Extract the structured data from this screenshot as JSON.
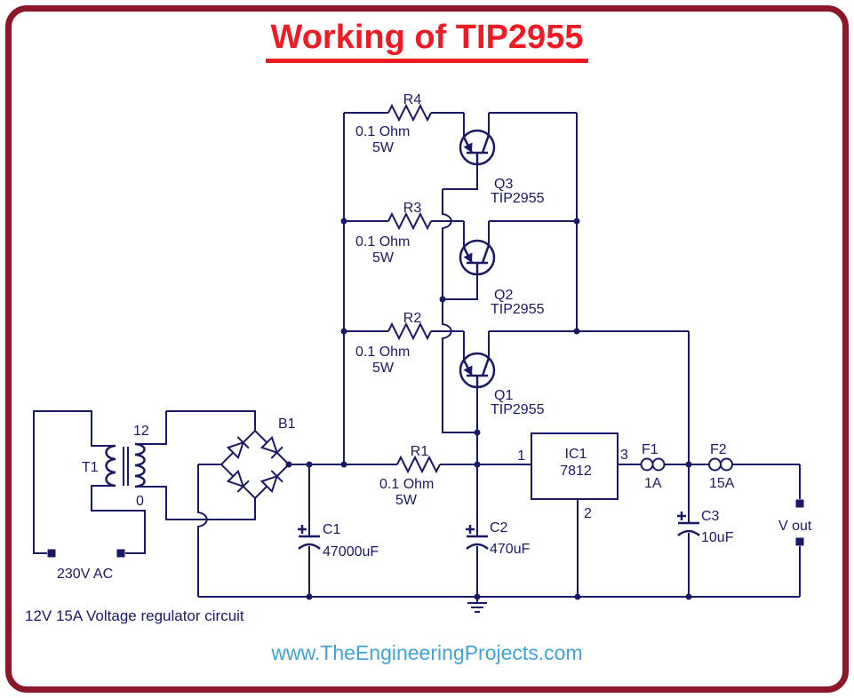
{
  "page": {
    "title": "Working of TIP2955",
    "caption": "12V 15A Voltage regulator circuit",
    "footer": "www.TheEngineeringProjects.com"
  },
  "colors": {
    "border": "#8c1728",
    "title_red": "#ee1b24",
    "wire_navy": "#191965",
    "footer_blue": "#3fa3da"
  },
  "components": {
    "transformer": {
      "ref": "T1",
      "primary_label": "230V AC",
      "sec_top": "12",
      "sec_bottom": "0"
    },
    "bridge": {
      "ref": "B1"
    },
    "resistors": [
      {
        "ref": "R4",
        "value": "0.1 Ohm",
        "power": "5W"
      },
      {
        "ref": "R3",
        "value": "0.1 Ohm",
        "power": "5W"
      },
      {
        "ref": "R2",
        "value": "0.1 Ohm",
        "power": "5W"
      },
      {
        "ref": "R1",
        "value": "0.1 Ohm",
        "power": "5W"
      }
    ],
    "transistors": [
      {
        "ref": "Q3",
        "part": "TIP2955"
      },
      {
        "ref": "Q2",
        "part": "TIP2955"
      },
      {
        "ref": "Q1",
        "part": "TIP2955"
      }
    ],
    "capacitors": [
      {
        "ref": "C1",
        "value": "47000uF"
      },
      {
        "ref": "C2",
        "value": "470uF"
      },
      {
        "ref": "C3",
        "value": "10uF"
      }
    ],
    "regulator": {
      "ref": "IC1",
      "part": "7812",
      "pins": [
        "1",
        "2",
        "3"
      ]
    },
    "fuses": [
      {
        "ref": "F1",
        "value": "1A"
      },
      {
        "ref": "F2",
        "value": "15A"
      }
    ],
    "output": {
      "label": "V out"
    }
  }
}
